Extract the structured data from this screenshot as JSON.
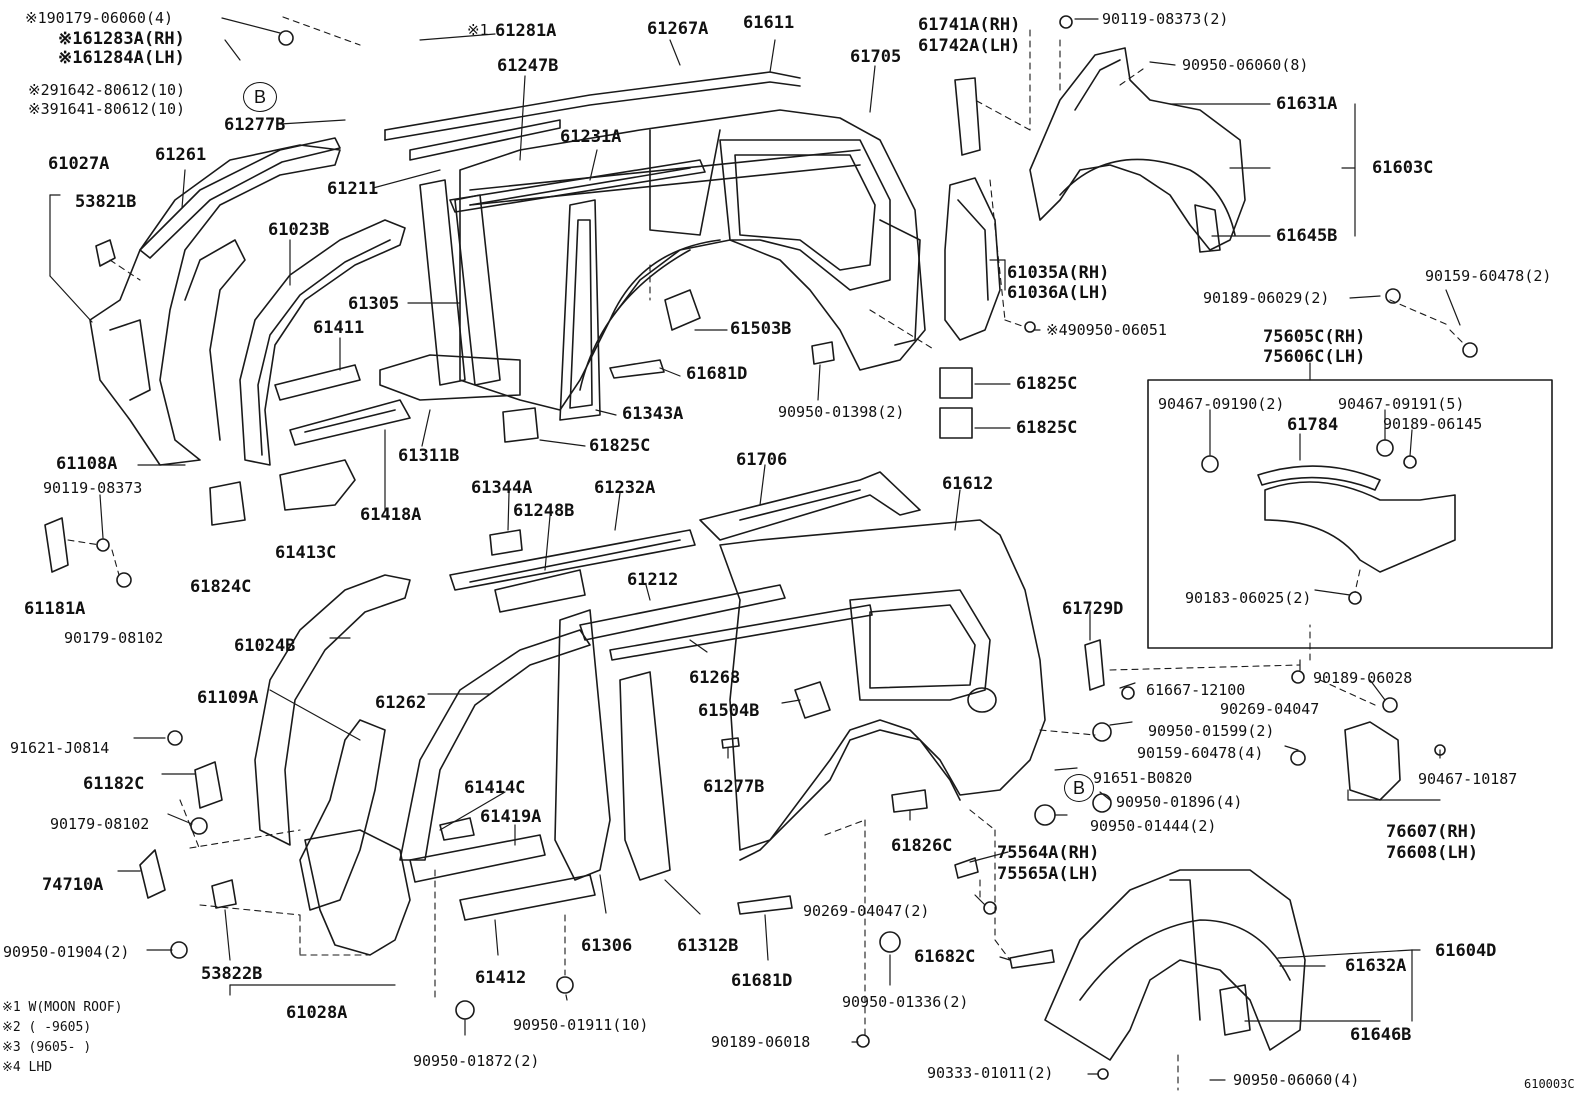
{
  "labels": {
    "l1": "※190179-06060(4)",
    "l2": "※161283A(RH)",
    "l3": "※161284A(LH)",
    "l4": "※291642-80612(10)",
    "l5": "※391641-80612(10)",
    "l6": "61277B",
    "l7": "61281A",
    "l7p": "※1",
    "l8": "61267A",
    "l9": "61611",
    "l10": "61247B",
    "l11": "61705",
    "l12": "61741A(RH)",
    "l13": "61742A(LH)",
    "l14": "90119-08373(2)",
    "l15": "90950-06060(8)",
    "l16": "61631A",
    "l17": "61603C",
    "l18": "61645B",
    "l19": "61027A",
    "l20": "61261",
    "l21": "53821B",
    "l22": "61211",
    "l23": "61231A",
    "l24": "61023B",
    "l25": "61305",
    "l26": "61411",
    "l27": "61503B",
    "l28": "61035A(RH)",
    "l29": "61036A(LH)",
    "l30": "※490950-06051",
    "l31": "90189-06029(2)",
    "l32": "90159-60478(2)",
    "l33": "75605C(RH)",
    "l34": "75606C(LH)",
    "l35": "61681D",
    "l36": "61825C",
    "l37": "61825C",
    "l38": "61343A",
    "l39": "90950-01398(2)",
    "l40": "61825C",
    "l41": "61108A",
    "l42": "61311B",
    "l43": "61418A",
    "l44": "90467-09190(2)",
    "l45": "90467-09191(5)",
    "l46": "61784",
    "l47": "90189-06145",
    "l48": "90119-08373",
    "l49": "61344A",
    "l50": "61232A",
    "l51": "61706",
    "l52": "61612",
    "l53": "61248B",
    "l54": "61824C",
    "l55": "61413C",
    "l56": "61181A",
    "l57": "90179-08102",
    "l58": "61212",
    "l59": "90183-06025(2)",
    "l60": "61729D",
    "l61": "61024B",
    "l62": "61268",
    "l63": "61667-12100",
    "l64": "90189-06028",
    "l65": "90269-04047",
    "l66": "61109A",
    "l67": "61262",
    "l68": "61504B",
    "l69": "90950-01599(2)",
    "l70": "91621-J0814",
    "l71": "90159-60478(4)",
    "l72": "90467-10187",
    "l73": "61182C",
    "l74": "61414C",
    "l75": "61277B",
    "l76": "91651-B0820",
    "l77": "90950-01896(4)",
    "l78": "90179-08102",
    "l79": "61419A",
    "l80": "90950-01444(2)",
    "l81": "76607(RH)",
    "l82": "76608(LH)",
    "l83": "61826C",
    "l84": "75564A(RH)",
    "l85": "75565A(LH)",
    "l86": "74710A",
    "l87": "90269-04047(2)",
    "l88": "90950-01904(2)",
    "l89": "53822B",
    "l90": "61306",
    "l91": "61312B",
    "l92": "61682C",
    "l93": "61604D",
    "l94": "61412",
    "l95": "61681D",
    "l96": "61632A",
    "l97": "90950-01336(2)",
    "l98": "61028A",
    "l99": "90950-01911(10)",
    "l100": "90189-06018",
    "l101": "61646B",
    "l102": "90950-01872(2)",
    "l103": "90333-01011(2)",
    "l104": "90950-06060(4)"
  },
  "circles": {
    "b1": "B",
    "b2": "B"
  },
  "notes": {
    "n1": "※1 W(MOON ROOF)",
    "n2": "※2 (      -9605)",
    "n3": "※3 (9605-      )",
    "n4": "※4 LHD"
  },
  "ref": "610003C"
}
